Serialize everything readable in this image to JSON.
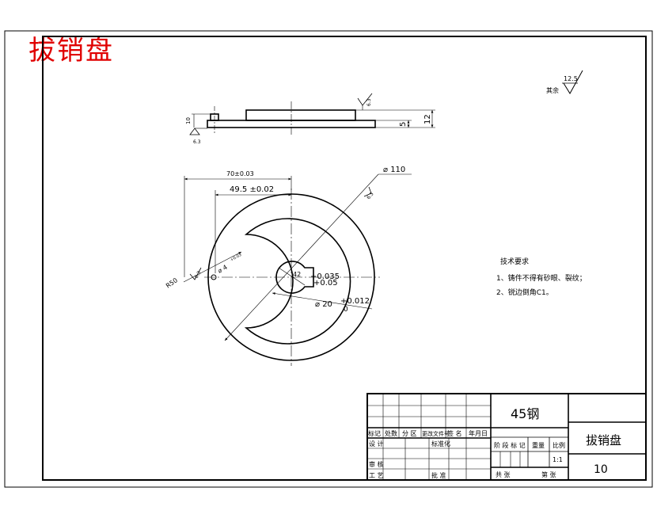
{
  "drawing": {
    "overlay_title": "拔销盘",
    "colors": {
      "ink": "#000000",
      "title_red": "#e00000",
      "center_line": "#000000"
    },
    "surface_finish": {
      "rest_label": "其余",
      "rest_value": "12.5",
      "top_side": "6.3",
      "bottom_side": "6.3",
      "hole_side": "6.3",
      "slot_side": "6.3",
      "edge_side": "6.3"
    },
    "side_view": {
      "dim_total_height": "12",
      "dim_plate": "5",
      "dim_pin": "10"
    },
    "main_view": {
      "dim_70": "70±0.03",
      "dim_49_5": "49.5 ±0.02",
      "dim_d110": "⌀ 110",
      "dim_r50": "R50",
      "dim_slot": "⌀ 4",
      "dim_slot_tol": "+0.03",
      "dim_42": "42",
      "dim_hole_tol_upper": "+0.035",
      "dim_hole_tol_lower": "+0.05",
      "dim_d20": "⌀ 20",
      "dim_d20_tol": "+0.012",
      "dim_d20_tol_lower": "0"
    },
    "tech_req": {
      "heading": "技术要求",
      "item1": "1、铸件不得有砂眼、裂纹；",
      "item2": "2、锐边倒角C1。"
    },
    "title_block": {
      "material": "45钢",
      "part_name": "拔销盘",
      "scale": "1:1",
      "number": "10",
      "h_mark": "标记",
      "h_count": "处数",
      "h_zone": "分 区",
      "h_doc": "更改文件号",
      "h_sign": "签 名",
      "h_date": "年月日",
      "h_design": "设 计",
      "h_std": "标准化",
      "h_stage": "阶 段 标 记",
      "h_weight": "重量",
      "h_scale": "比例",
      "h_check": "审 核",
      "h_process": "工 艺",
      "h_approve": "批 准",
      "h_total": "共  张",
      "h_sheet": "第  张"
    }
  }
}
